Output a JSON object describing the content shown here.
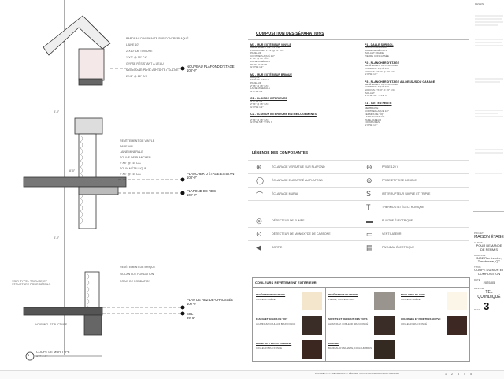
{
  "drawing": {
    "notes_top": [
      "BARDEAU D'ASPHALTE SUR CONTREPLAQUÉ",
      "LAINE 10\"",
      "2\"X10\" DE TOITURE",
      "1\"X3\" @ 16\" C/C",
      "GYPSE RÉSISTANT À L'EAU",
      "MEMBRANE PARE-VAPEUR ET SOLIVE",
      "2\"X6\" @ 16\" C/C"
    ],
    "notes_mid": [
      "REVÊTEMENT DE VINYLE",
      "PARE-AIR",
      "LAINE MINÉRALE",
      "SOLIVE DE PLANCHER",
      "2\"X8\" @ 16\" C/C",
      "SOLIN MÉTALLIQUE",
      "2\"X4\" @ 16\" C/C"
    ],
    "notes_bot": [
      "REVÊTEMENT DE BRIQUE",
      "ISOLANT DE FONDATION",
      "DRAIN DE FONDATION"
    ],
    "note_left": "VOIR 'TYPE - TOITURE' ET STRUCTURE POUR DÉTAILS",
    "note_footing": "VOIR ING. STRUCTURE",
    "levels": [
      {
        "name": "NOUVEAU PLAFOND D'ÉTAGE",
        "elev": "108'-0\""
      },
      {
        "name": "PLANCHER D'ÉTAGE EXISTANT",
        "elev": "108'-0\""
      },
      {
        "name": "PLAFOND DE RDC",
        "elev": "100'-0\""
      },
      {
        "name": "PLAN DE REZ-DE-CHAUSSÉE",
        "elev": "100'-0\""
      },
      {
        "name": "SOL",
        "elev": "99'-6\""
      }
    ],
    "dims": [
      "8'-0\"",
      "8'-0\"",
      "8'-0\""
    ],
    "view_number": "3",
    "view_title": "COUPE DE MUR TYPE",
    "view_scale": "1\" = 1'-0\""
  },
  "composition": {
    "title": "COMPOSITION DES SÉPARATIONS",
    "left": [
      {
        "title": "M1 - MUR EXTÉRIEUR VINYLE",
        "lines": [
          "REVÊTEMENT DE VINYLE",
          "FOURRURES 1\"X3\" @ 16\" C/C",
          "PARE-AIR",
          "CONTREPLAQUÉ 1/2\"",
          "2\"X6\" @ 16\" C/C",
          "LAINE MINÉRALE",
          "PARE-VAPEUR",
          "GYPSE 1/2\""
        ]
      },
      {
        "title": "M2 - MUR EXTÉRIEUR BRIQUE",
        "lines": [
          "BRIQUE",
          "ESPACE D'AIR 1\"",
          "PARE-AIR",
          "2\"X6\" @ 16\" C/C",
          "LAINE MINÉRALE",
          "GYPSE 1/2\""
        ]
      },
      {
        "title": "C1 - CLOISON INTÉRIEURE",
        "lines": [
          "GYPSE 1/2\"",
          "2\"X4\" @ 16\" C/C",
          "GYPSE 1/2\""
        ]
      },
      {
        "title": "C2 - CLOISON INTÉRIEURE ENTRE LOGEMENTS",
        "lines": [
          "GYPSE 5/8\" TYPE X",
          "2\"X4\" @ 16\" C/C",
          "GYPSE 5/8\" TYPE X"
        ]
      }
    ],
    "right": [
      {
        "title": "P1 - DALLE SUR SOL",
        "lines": [
          "FINI DE PLANCHER",
          "DALLE DE BÉTON 4\"",
          "ISOLANT RIGIDE",
          "PIERRE CONCASSÉE"
        ]
      },
      {
        "title": "P2 - PLANCHER D'ÉTAGE",
        "lines": [
          "REVÊTEMENT DE PLANCHER",
          "CONTREPLAQUÉ 3/4\"",
          "SOLIVES 2\"X10\" @ 16\" C/C",
          "GYPSE 1/2\""
        ]
      },
      {
        "title": "P3 - PLANCHER D'ÉTAGE AU-DESSUS DU GARAGE",
        "lines": [
          "REVÊTEMENT DE PLANCHER",
          "CONTREPLAQUÉ 3/4\"",
          "SOLIVES 2\"X10\" @ 16\" C/C",
          "ISOLANT",
          "GYPSE 5/8\" TYPE X"
        ]
      },
      {
        "title": "T1 - TOIT EN PENTE",
        "lines": [
          "BARDEAU D'ASPHALTE",
          "MEMBRANE",
          "CONTREPLAQUÉ 1/2\"",
          "FERMES DE TOIT",
          "LAINE SOUFFLÉE",
          "PARE-VAPEUR",
          "FOURRURES",
          "GYPSE 1/2\""
        ]
      }
    ]
  },
  "legend": {
    "title": "LÉGENDE DES COMPOSANTES",
    "items": [
      {
        "icon": "crosshair-icon",
        "label": "ÉCLAIRAGE VERSATILE SUR PLAFOND"
      },
      {
        "icon": "outlet-icon",
        "label": "PRISE 120 V"
      },
      {
        "icon": "circle-light-icon",
        "label": "ÉCLAIRAGE ENCASTRÉ AU PLAFOND"
      },
      {
        "icon": "double-outlet-icon",
        "label": "PRISE ET PRISE DOUBLE"
      },
      {
        "icon": "wall-light-icon",
        "label": "ÉCLAIRAGE MURAL"
      },
      {
        "icon": "switch-icon",
        "label": "INTERRUPTEUR SIMPLE ET TRIPLE"
      },
      {
        "icon": "blank",
        "label": ""
      },
      {
        "icon": "thermostat-icon",
        "label": "THERMOSTAT ÉLECTRONIQUE"
      },
      {
        "icon": "smoke-detector-icon",
        "label": "DÉTECTEUR DE FUMÉE"
      },
      {
        "icon": "baseboard-icon",
        "label": "PLINTHE ÉLECTRIQUE"
      },
      {
        "icon": "co-detector-icon",
        "label": "DÉTECTEUR DE MONOXYDE DE CARBONE"
      },
      {
        "icon": "vent-icon",
        "label": "VENTILATEUR"
      },
      {
        "icon": "arrow-icon",
        "label": "SORTIE"
      },
      {
        "icon": "panel-icon",
        "label": "PANNEAU ÉLECTRIQUE"
      }
    ]
  },
  "colors": {
    "title": "COULEURS REVÊTEMENT EXTÉRIEUR",
    "items": [
      {
        "title": "REVÊTEMENT DE VINYLE",
        "desc": "COULEUR CRÈME",
        "color": "#f3e6cc"
      },
      {
        "title": "FASCIA ET SOLINS DE TOIT",
        "desc": "ALUMINIUM, COULEUR BRUN FONCÉ",
        "color": "#3a2c26"
      },
      {
        "title": "PORTE DE GARAGE ET PORTE",
        "desc": "COULEUR BRUN FONCÉ",
        "color": "#3b2620"
      },
      {
        "title": "REVÊTEMENT DE PIERRE",
        "desc": "PIERRE, COULEUR GRIS",
        "color": "#9a948e"
      },
      {
        "title": "SOFFITE ET DESSOUS DES TOITS",
        "desc": "ALUMINIUM, COULEUR BRUN FONCÉ",
        "color": "#3a2d27"
      },
      {
        "title": "TOITURE",
        "desc": "BARDEAU D'ASPHALTE, COULEUR BRUN",
        "color": "#352a22"
      },
      {
        "title": "MOULURES DE COIN",
        "desc": "COULEUR CRÈME",
        "color": "#fbf6e8"
      },
      {
        "title": "COLONNES ET FENÊTRES EN PVC",
        "desc": "COULEUR BRUN FONCÉ",
        "color": "#3d2823"
      }
    ]
  },
  "titleblock": {
    "firm": "DESSIN",
    "project_label": "PROJET",
    "project": "MAISON ÉTAGE",
    "client_label": "CLIENT",
    "client": "POUR DEMANDE DE PERMIS",
    "address_label": "ADRESSE",
    "address": "3402 Rue Lemire, Terrebonne, QC",
    "sheet_label": "TITRE",
    "sheet_title": "COUPE DU MUR ET COMPOSITION",
    "date_label": "DATE",
    "date": "2025-05",
    "drawn_label": "DESSINÉ",
    "drawn": "TEL QU'INDIQUÉ",
    "page_label": "PAGE",
    "page": "3"
  },
  "footer": {
    "note": "DOCUMENT À TITRE INDICATIF — VÉRIFIER TOUTES LES DIMENSIONS AU CHANTIER",
    "marks": [
      "1",
      "2",
      "3",
      "4",
      "5"
    ]
  }
}
